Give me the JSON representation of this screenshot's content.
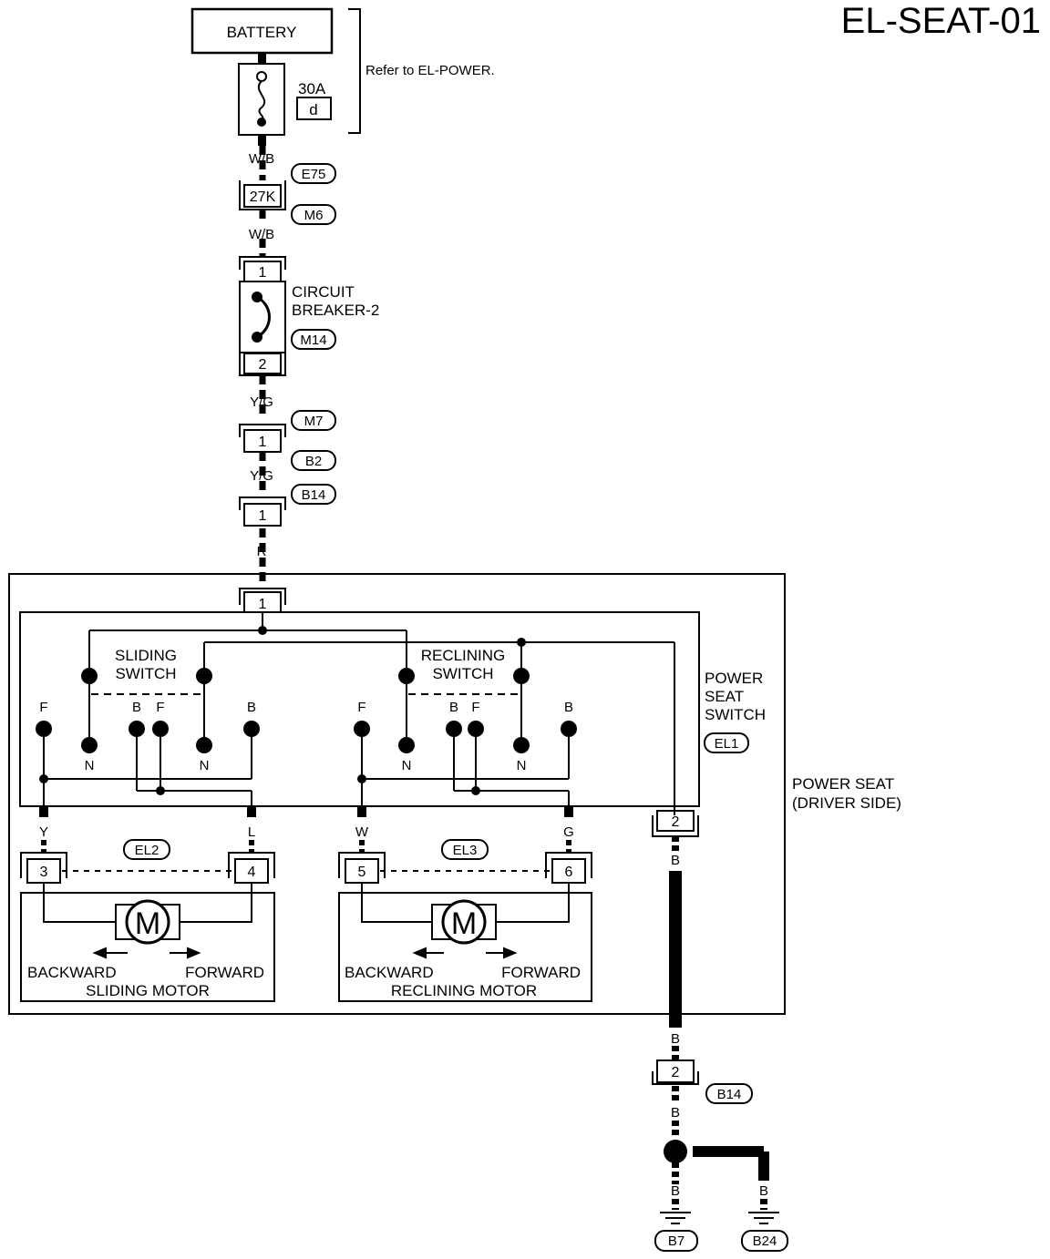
{
  "page_id": "EL-SEAT-01",
  "battery": {
    "label": "BATTERY",
    "refer": "Refer to EL-POWER."
  },
  "fuse": {
    "rating": "30A",
    "id": "d"
  },
  "wires": {
    "wb_1": "W/B",
    "wb_2": "W/B",
    "yg_1": "Y/G",
    "yg_2": "Y/G",
    "r": "R",
    "y": "Y",
    "l": "L",
    "w": "W",
    "g": "G",
    "b_1": "B",
    "b_2": "B",
    "b_3": "B",
    "b_4": "B",
    "b_5": "B"
  },
  "connectors": {
    "e75": "E75",
    "m6": "M6",
    "joint_27k": "27K",
    "m14": "M14",
    "m7": "M7",
    "b2": "B2",
    "b14_top": "B14",
    "el1": "EL1",
    "el2": "EL2",
    "el3": "EL3",
    "b14_bottom": "B14",
    "b7": "B7",
    "b24": "B24"
  },
  "pins": {
    "cb_1": "1",
    "cb_2": "2",
    "m7_1": "1",
    "b14_1": "1",
    "sw_1": "1",
    "sw_2": "2",
    "motor_3": "3",
    "motor_4": "4",
    "motor_5": "5",
    "motor_6": "6",
    "b14_2": "2"
  },
  "circuit_breaker": {
    "line1": "CIRCUIT",
    "line2": "BREAKER-2"
  },
  "power_seat_switch": {
    "line1": "POWER",
    "line2": "SEAT",
    "line3": "SWITCH"
  },
  "power_seat": {
    "line1": "POWER SEAT",
    "line2": "(DRIVER SIDE)"
  },
  "sliding_switch": {
    "line1": "SLIDING",
    "line2": "SWITCH",
    "contacts": {
      "f1": "F",
      "b1": "B",
      "f2": "F",
      "b2": "B",
      "n1": "N",
      "n2": "N"
    }
  },
  "reclining_switch": {
    "line1": "RECLINING",
    "line2": "SWITCH",
    "contacts": {
      "f1": "F",
      "b1": "B",
      "f2": "F",
      "b2": "B",
      "n1": "N",
      "n2": "N"
    }
  },
  "sliding_motor": {
    "symbol": "M",
    "backward": "BACKWARD",
    "forward": "FORWARD",
    "name": "SLIDING MOTOR"
  },
  "reclining_motor": {
    "symbol": "M",
    "backward": "BACKWARD",
    "forward": "FORWARD",
    "name": "RECLINING MOTOR"
  }
}
